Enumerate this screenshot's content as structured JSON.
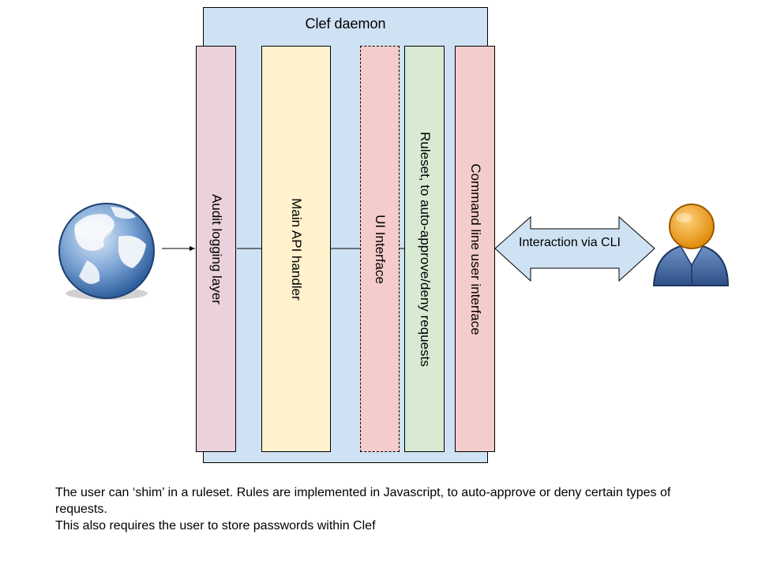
{
  "daemon": {
    "title": "Clef daemon"
  },
  "layers": {
    "audit": "Audit logging layer",
    "api": "Main API handler",
    "ui": "UI Interface",
    "ruleset": "Ruleset, to auto-approve/deny requests",
    "cli": "Command line user interface"
  },
  "cli_arrow": {
    "label": "Interaction via CLI"
  },
  "caption": {
    "line1": "The user can ‘shim’ in a ruleset. Rules are implemented in Javascript, to auto-approve or deny certain types of requests.",
    "line2": "This also requires the user to store passwords within Clef"
  },
  "icons": {
    "globe": "globe-icon",
    "user": "user-icon"
  },
  "colors": {
    "daemon": "#cfe2f3",
    "audit": "#ead1dc",
    "api": "#fff2cc",
    "ui": "#f4cccc",
    "ruleset": "#d9ead3",
    "cli": "#f4cccc",
    "arrow": "#cfe2f3"
  }
}
